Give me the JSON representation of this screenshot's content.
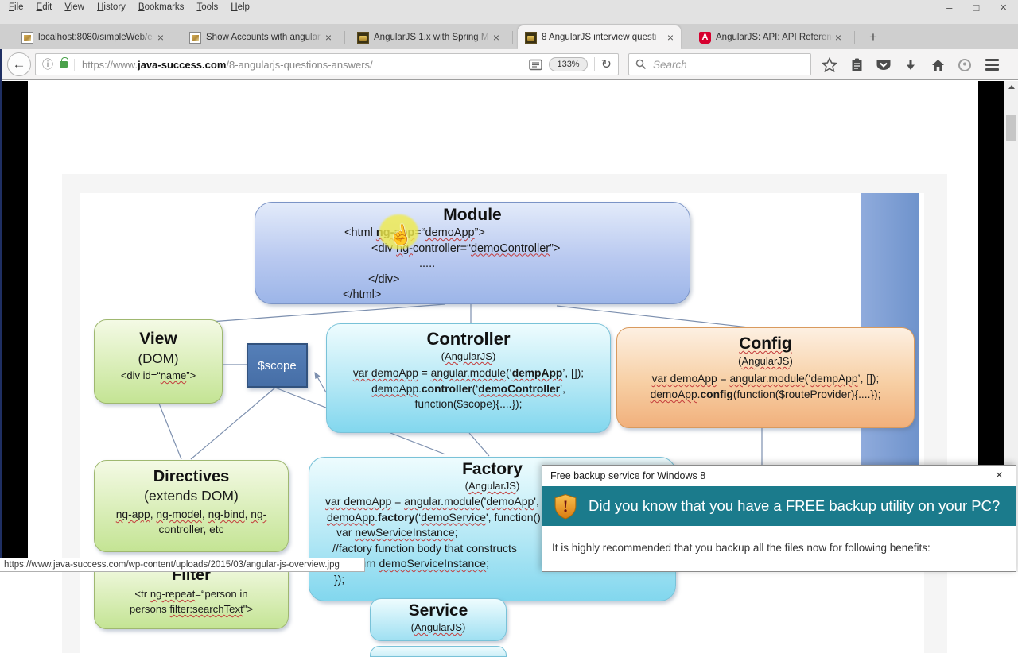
{
  "browser": {
    "menu": [
      "File",
      "Edit",
      "View",
      "History",
      "Bookmarks",
      "Tools",
      "Help"
    ],
    "window_controls": {
      "minimize": "–",
      "maximize": "□",
      "close": "×"
    },
    "tabs": [
      {
        "title": "localhost:8080/simpleWeb/e",
        "favicon": "picture-favicon",
        "active": false
      },
      {
        "title": "Show Accounts with angular",
        "favicon": "picture-favicon",
        "active": false
      },
      {
        "title": "AngularJS 1.x with Spring M",
        "favicon": "java-success-favicon",
        "active": false
      },
      {
        "title": "8 AngularJS interview questi",
        "favicon": "java-success-favicon",
        "active": true
      },
      {
        "title": "AngularJS: API: API Referenc",
        "favicon": "angular-favicon",
        "active": false
      }
    ],
    "tab_close_label": "×",
    "new_tab_label": "+",
    "toolbar": {
      "back_label": "←",
      "info_icon": "ⓘ",
      "url_prefix": "https://www.",
      "url_domain": "java-success.com",
      "url_path": "/8-angularjs-questions-answers/",
      "zoom_level": "133%",
      "reload_icon": "↻",
      "search_placeholder": "Search"
    },
    "status_bar": "https://www.java-success.com/wp-content/uploads/2015/03/angular-js-overview.jpg"
  },
  "diagram": {
    "scope_label": "$scope",
    "boxes": [
      {
        "id": "module",
        "title": "Module",
        "sub": null,
        "sub_wavy": false,
        "lines": [
          {
            "pad": 112,
            "seg": [
              [
                "<html ",
                ""
              ],
              [
                "ng-app",
                "bw"
              ],
              [
                "=“",
                ""
              ],
              [
                "demoApp",
                "w"
              ],
              [
                "”>",
                ""
              ]
            ]
          },
          {
            "pad": 146,
            "seg": [
              [
                "<div ",
                ""
              ],
              [
                "ng-",
                "w"
              ],
              [
                "controller=“",
                ""
              ],
              [
                "demoController",
                "w"
              ],
              [
                "”>",
                ""
              ]
            ]
          },
          {
            "pad": 206,
            "seg": [
              [
                ".....",
                ""
              ]
            ]
          },
          {
            "pad": 142,
            "seg": [
              [
                "</div>",
                ""
              ]
            ]
          },
          {
            "pad": 110,
            "seg": [
              [
                "</html>",
                ""
              ]
            ]
          }
        ]
      },
      {
        "id": "view",
        "title": "View",
        "sub": "(DOM)",
        "sub_wavy": false,
        "lines": [
          {
            "pad": null,
            "seg": [
              [
                "<div  id=“",
                ""
              ],
              [
                "name",
                "w"
              ],
              [
                "”>",
                ""
              ]
            ]
          }
        ]
      },
      {
        "id": "controller",
        "title": "Controller",
        "sub": "(AngularJS)",
        "sub_wavy": true,
        "lines": [
          {
            "pad": null,
            "seg": [
              [
                "var demoApp",
                "w"
              ],
              [
                " = ",
                ""
              ],
              [
                "angular.module",
                "w"
              ],
              [
                "(‘",
                ""
              ],
              [
                "dempApp",
                "bw"
              ],
              [
                "’, []);",
                ""
              ]
            ]
          },
          {
            "pad": null,
            "seg": [
              [
                "demoApp",
                "w"
              ],
              [
                ".",
                ""
              ],
              [
                "controller",
                "b"
              ],
              [
                "(‘",
                ""
              ],
              [
                "demoController",
                "bw"
              ],
              [
                "’,",
                ""
              ]
            ]
          },
          {
            "pad": null,
            "seg": [
              [
                "function($scope){....});",
                ""
              ]
            ]
          }
        ]
      },
      {
        "id": "config",
        "title": "Config",
        "title_wavy": true,
        "sub": "(AngularJS)",
        "sub_wavy": true,
        "lines": [
          {
            "pad": null,
            "seg": [
              [
                "var demoApp",
                "w"
              ],
              [
                " = ",
                ""
              ],
              [
                "angular.module",
                "w"
              ],
              [
                "(‘",
                ""
              ],
              [
                "dempApp",
                "w"
              ],
              [
                "’, []);",
                ""
              ]
            ]
          },
          {
            "pad": null,
            "seg": [
              [
                "demoApp",
                "w"
              ],
              [
                ".",
                ""
              ],
              [
                "config",
                "b"
              ],
              [
                "(function($routeProvider){....});",
                ""
              ]
            ]
          }
        ]
      },
      {
        "id": "directives",
        "title": "Directives",
        "sub": "(extends DOM)",
        "sub_wavy": false,
        "lines": [
          {
            "pad": null,
            "seg": [
              [
                "ng-app",
                "w"
              ],
              [
                ", ",
                ""
              ],
              [
                "ng-model",
                "w"
              ],
              [
                ", ",
                ""
              ],
              [
                "ng-bind",
                "w"
              ],
              [
                ", ",
                ""
              ],
              [
                "ng-",
                "w"
              ]
            ]
          },
          {
            "pad": null,
            "seg": [
              [
                "controller, etc",
                ""
              ]
            ]
          }
        ]
      },
      {
        "id": "filter",
        "title": "Filter",
        "sub": null,
        "sub_wavy": false,
        "lines": [
          {
            "pad": null,
            "seg": [
              [
                "<tr ",
                ""
              ],
              [
                "ng-repeat",
                "w"
              ],
              [
                "=“person in",
                ""
              ]
            ]
          },
          {
            "pad": null,
            "seg": [
              [
                "persons ",
                ""
              ],
              [
                "filter:searchText",
                "w"
              ],
              [
                "\">",
                ""
              ]
            ]
          }
        ]
      },
      {
        "id": "factory",
        "title": "Factory",
        "sub": "(AngularJS)",
        "sub_wavy": true,
        "lines": [
          {
            "pad": 20,
            "seg": [
              [
                "var demoApp",
                "w"
              ],
              [
                " = ",
                ""
              ],
              [
                "angular.module",
                "w"
              ],
              [
                "('",
                ""
              ],
              [
                "demoApp",
                "w"
              ],
              [
                "', []);",
                ""
              ]
            ]
          },
          {
            "pad": 22,
            "seg": [
              [
                "demoApp",
                "w"
              ],
              [
                ".",
                ""
              ],
              [
                "factory",
                "b"
              ],
              [
                "(‘",
                ""
              ],
              [
                "demoService",
                "w"
              ],
              [
                "', function() {",
                ""
              ]
            ]
          },
          {
            "pad": 34,
            "seg": [
              [
                "var ",
                ""
              ],
              [
                "newServiceInstance",
                "w"
              ],
              [
                ";",
                ""
              ]
            ]
          },
          {
            "pad": 29,
            "seg": [
              [
                "//factory function body that constructs",
                ""
              ]
            ]
          },
          {
            "pad": 47,
            "seg": [
              [
                "return ",
                ""
              ],
              [
                "demoServiceInstance",
                "w"
              ],
              [
                ";",
                ""
              ]
            ]
          },
          {
            "pad": 31,
            "seg": [
              [
                "});",
                ""
              ]
            ]
          }
        ]
      },
      {
        "id": "service",
        "title": "Service",
        "sub": "(AngularJS)",
        "sub_wavy": true,
        "lines": []
      }
    ]
  },
  "popup": {
    "title": "Free backup service for Windows 8",
    "close_label": "×",
    "banner": "Did you know that you have a FREE backup utility on your PC?",
    "body": "It is highly recommended that you backup all the files now for following benefits:"
  }
}
